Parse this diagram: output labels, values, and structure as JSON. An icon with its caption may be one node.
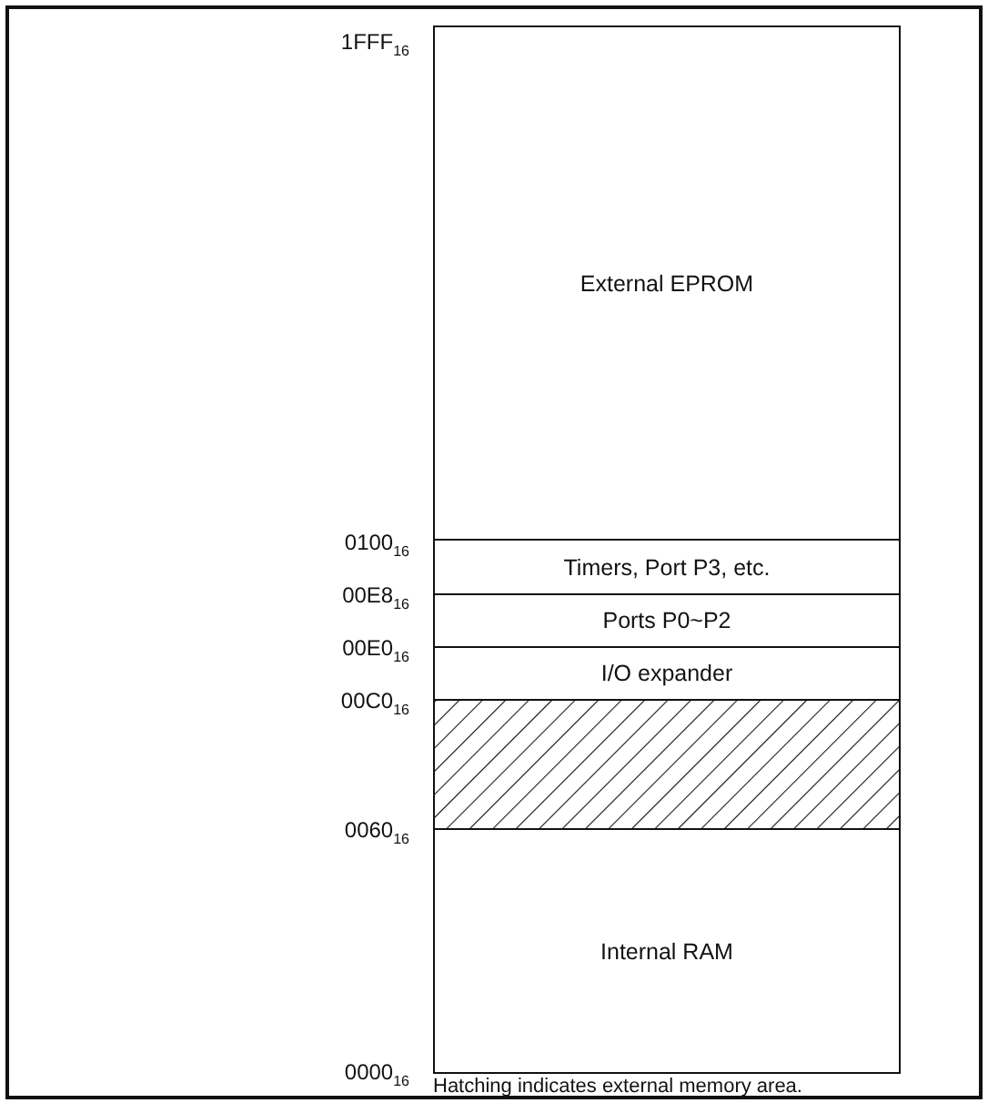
{
  "diagram": {
    "caption": "Hatching indicates external memory area.",
    "nodes": [
      {
        "text": [
          "External EPROM"
        ]
      },
      {
        "text": [
          "Timers, Port P3, etc."
        ]
      },
      {
        "text": [
          "Ports P0~P2"
        ]
      },
      {
        "text": [
          "I/O expander"
        ]
      },
      {
        "text": [],
        "shape": "box"
      },
      {
        "text": [
          "Internal RAM"
        ]
      }
    ],
    "labels": [
      "1FFF$_{16}$",
      "0100$_{16}$",
      "00E8$_{16}$",
      "00E0$_{16}$",
      "00C0$_{16}$",
      "0060$_{16}$",
      "0000$_{16}$"
    ]
  }
}
